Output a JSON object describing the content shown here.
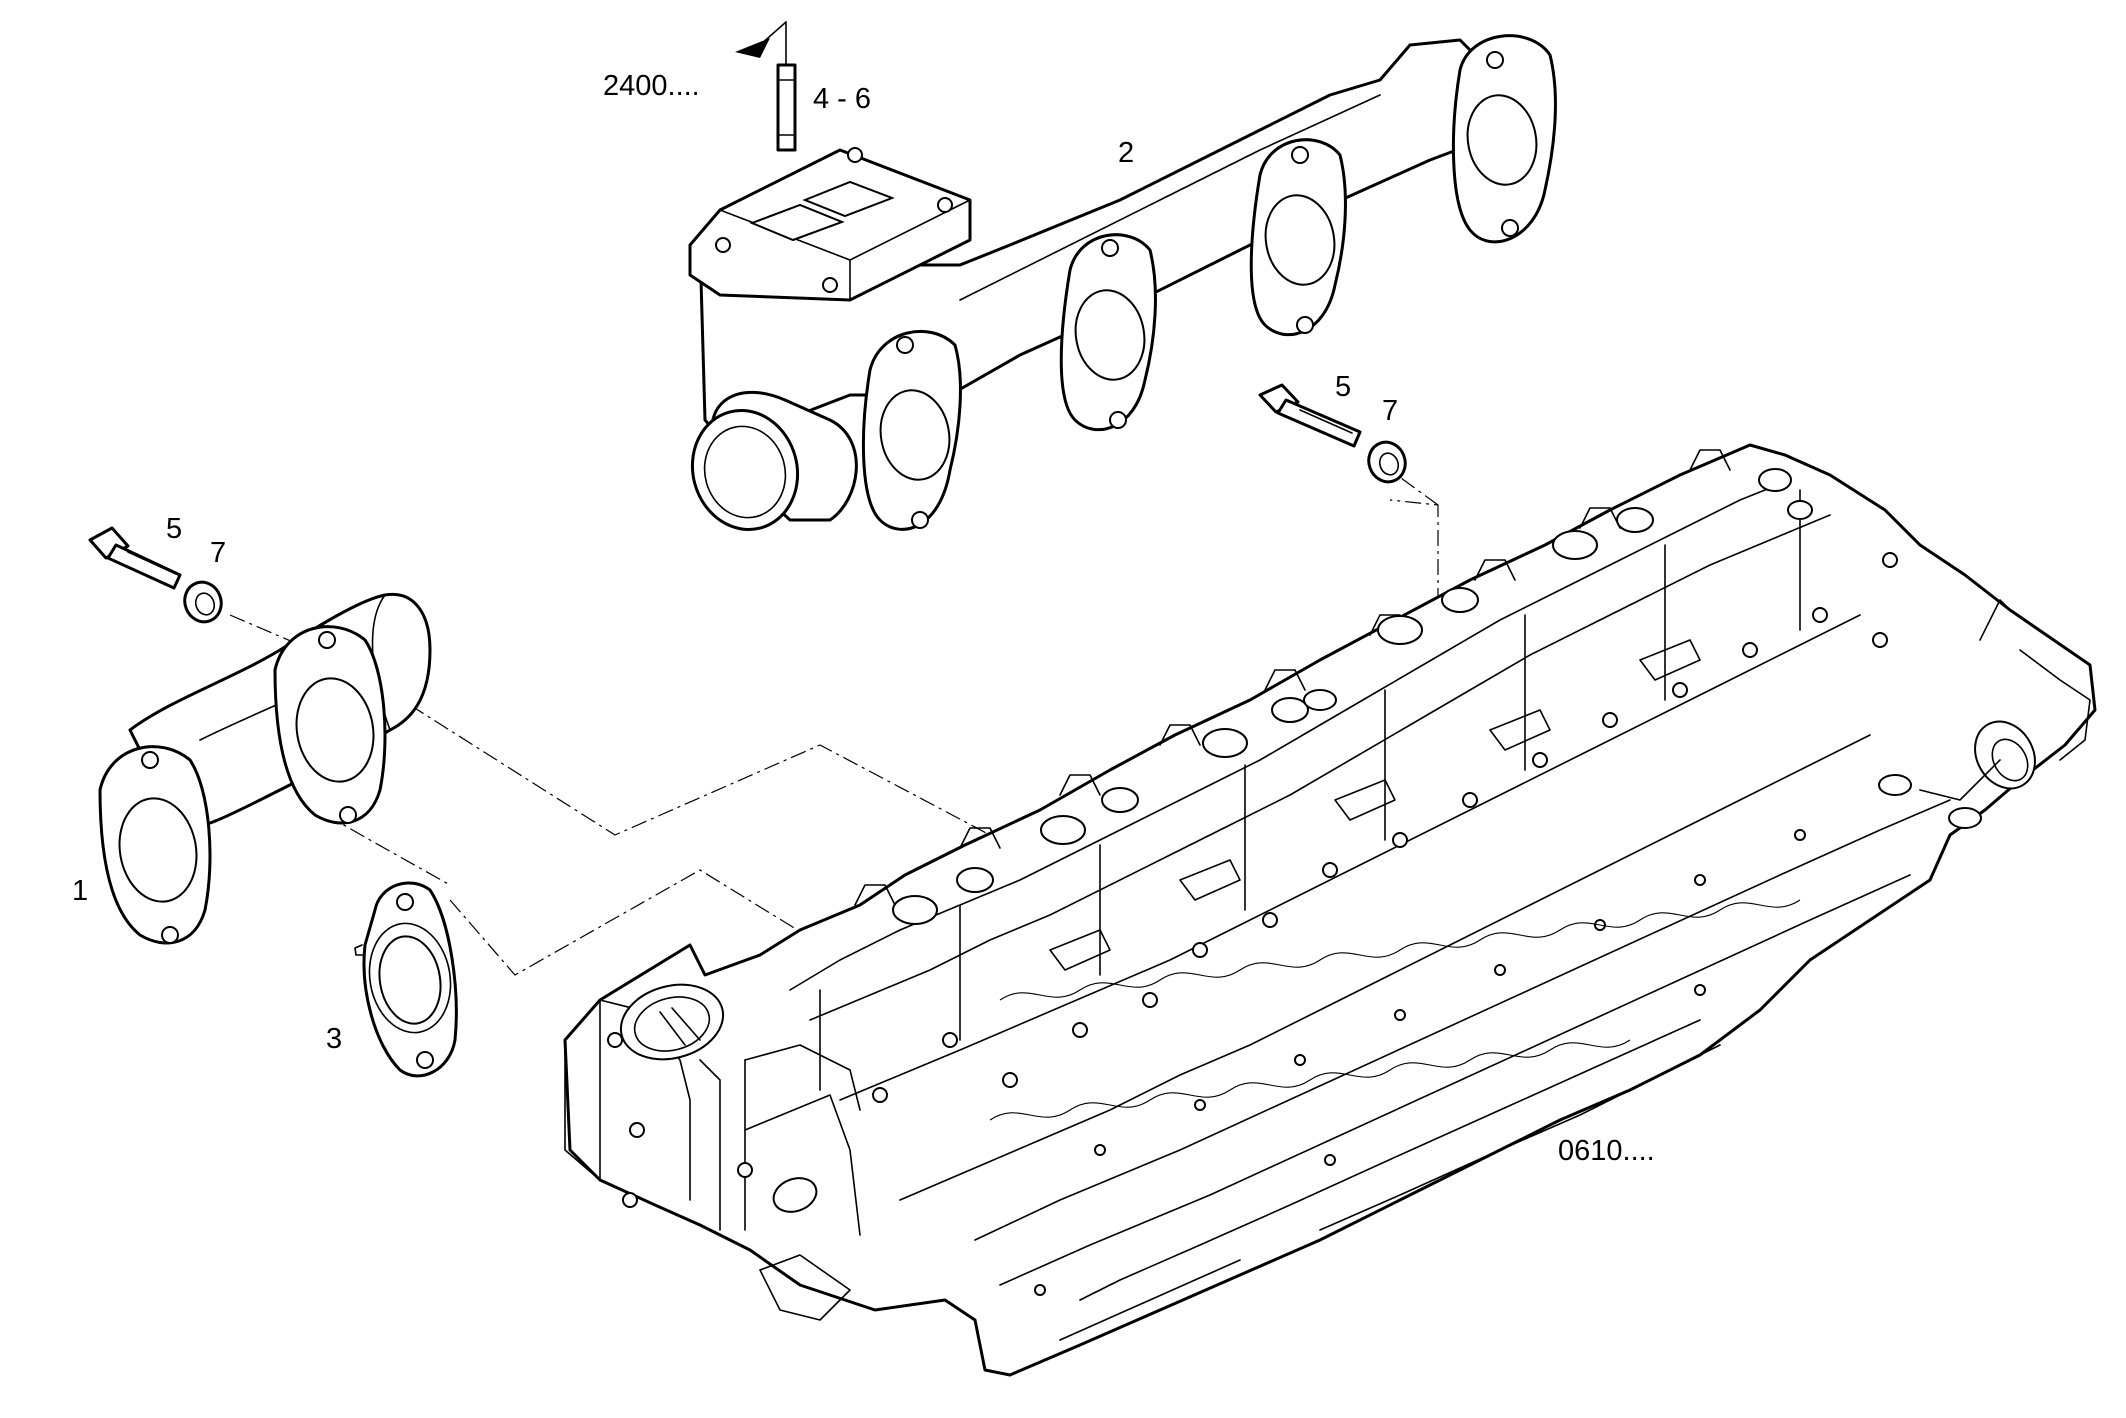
{
  "callouts": {
    "ref_2400": "2400....",
    "stud_range": "4 - 6",
    "manifold_rear": "2",
    "bolt_upper": "5",
    "washer_upper": "7",
    "bolt_lower": "5",
    "washer_lower": "7",
    "manifold_front": "1",
    "gasket": "3",
    "ref_0610": "0610...."
  },
  "colors": {
    "line": "#000000",
    "background": "#ffffff"
  }
}
